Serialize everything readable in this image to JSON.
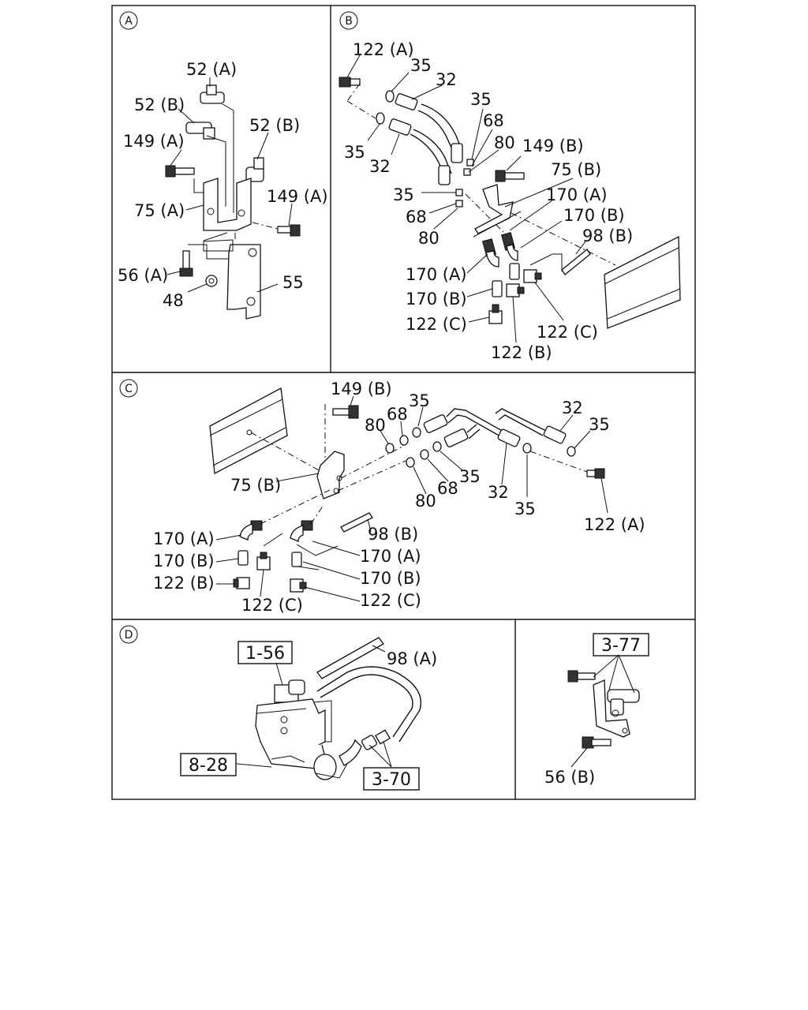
{
  "panels": {
    "A": {
      "id": "A",
      "labels": [
        "52 (A)",
        "52 (B)",
        "52 (B)",
        "149 (A)",
        "149 (A)",
        "75 (A)",
        "56 (A)",
        "48",
        "55"
      ]
    },
    "B": {
      "id": "B",
      "labels": [
        "122 (A)",
        "35",
        "32",
        "35",
        "32",
        "35",
        "68",
        "80",
        "149 (B)",
        "75 (B)",
        "35",
        "68",
        "80",
        "170 (A)",
        "170 (B)",
        "98 (B)",
        "170 (A)",
        "170 (B)",
        "122 (C)",
        "122 (B)",
        "122 (C)"
      ]
    },
    "C": {
      "id": "C",
      "labels": [
        "149 (B)",
        "35",
        "68",
        "80",
        "32",
        "35",
        "75 (B)",
        "35",
        "68",
        "80",
        "32",
        "35",
        "122 (A)",
        "98 (B)",
        "170 (A)",
        "170 (A)",
        "170 (B)",
        "170 (B)",
        "122 (B)",
        "122 (C)",
        "122 (C)"
      ]
    },
    "D": {
      "id": "D",
      "labels": [
        "98 (A)"
      ],
      "refs": [
        "1-56",
        "8-28",
        "3-70"
      ]
    },
    "E": {
      "refs": [
        "3-77"
      ],
      "labels": [
        "56 (B)"
      ]
    }
  }
}
